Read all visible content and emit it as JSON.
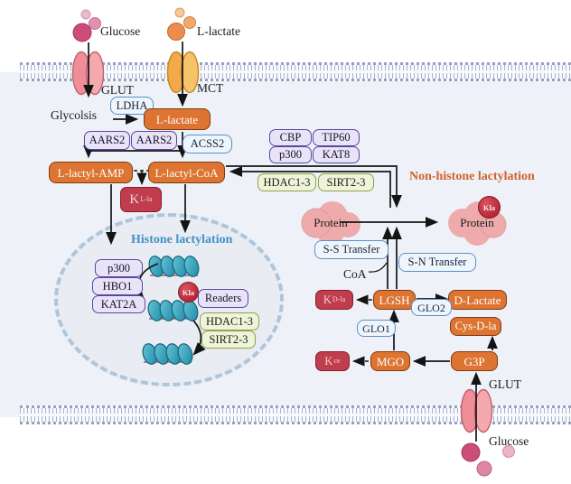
{
  "labels": {
    "glucose_top": "Glucose",
    "l_lactate_top": "L-lactate",
    "glut_top": "GLUT",
    "mct": "MCT",
    "glycolysis": "Glycolsis",
    "ldha": "LDHA",
    "l_lactate_box": "L-lactate",
    "aars2_a": "AARS2",
    "aars2_b": "AARS2",
    "acss2": "ACSS2",
    "l_lactyl_amp": "L-lactyl-AMP",
    "l_lactyl_coa": "L-lactyl-CoA",
    "k_lla_base": "K",
    "k_lla_sub": "L-la",
    "cbp": "CBP",
    "tip60": "TIP60",
    "p300_top": "p300",
    "kat8": "KAT8",
    "hdac13_top": "HDAC1-3",
    "sirt23_top": "SIRT2-3",
    "non_histone_title": "Non-histone lactylation",
    "protein_left": "Protein",
    "protein_right": "Protein",
    "kla_right": "Kla",
    "ss_transfer": "S-S Transfer",
    "sn_transfer": "S-N Transfer",
    "coa": "CoA",
    "k_dla_base": "K",
    "k_dla_sub": "D-la",
    "lgsh": "LGSH",
    "glo2": "GLO2",
    "d_lactate": "D-Lactate",
    "cys_d_la": "Cys-D-la",
    "glo1": "GLO1",
    "k_ce_base": "K",
    "k_ce_sub": "ce",
    "mgo": "MGO",
    "g3p": "G3P",
    "glut_bottom": "GLUT",
    "glucose_bottom": "Glucose",
    "histone_title": "Histone lactylation",
    "p300_nuc": "p300",
    "hbo1": "HBO1",
    "kat2a": "KAT2A",
    "kla_nuc": "Kla",
    "readers": "Readers",
    "hdac13_nuc": "HDAC1-3",
    "sirt23_nuc": "SIRT2-3"
  },
  "colors": {
    "orange_box": "#dd7431",
    "red_box": "#bf3d4c",
    "purple_border": "#5a48a0",
    "blue_border": "#5b90c8",
    "green_border": "#8fa24d",
    "teal_nucleosome": "#2a93ad",
    "pink_protein": "#efabab",
    "membrane": "#96a1be",
    "non_histone_title": "#d2612c",
    "histone_title": "#4191c8",
    "cytoplasm": "#eef1f7",
    "nucleus_fill": "#e9ecf2"
  }
}
